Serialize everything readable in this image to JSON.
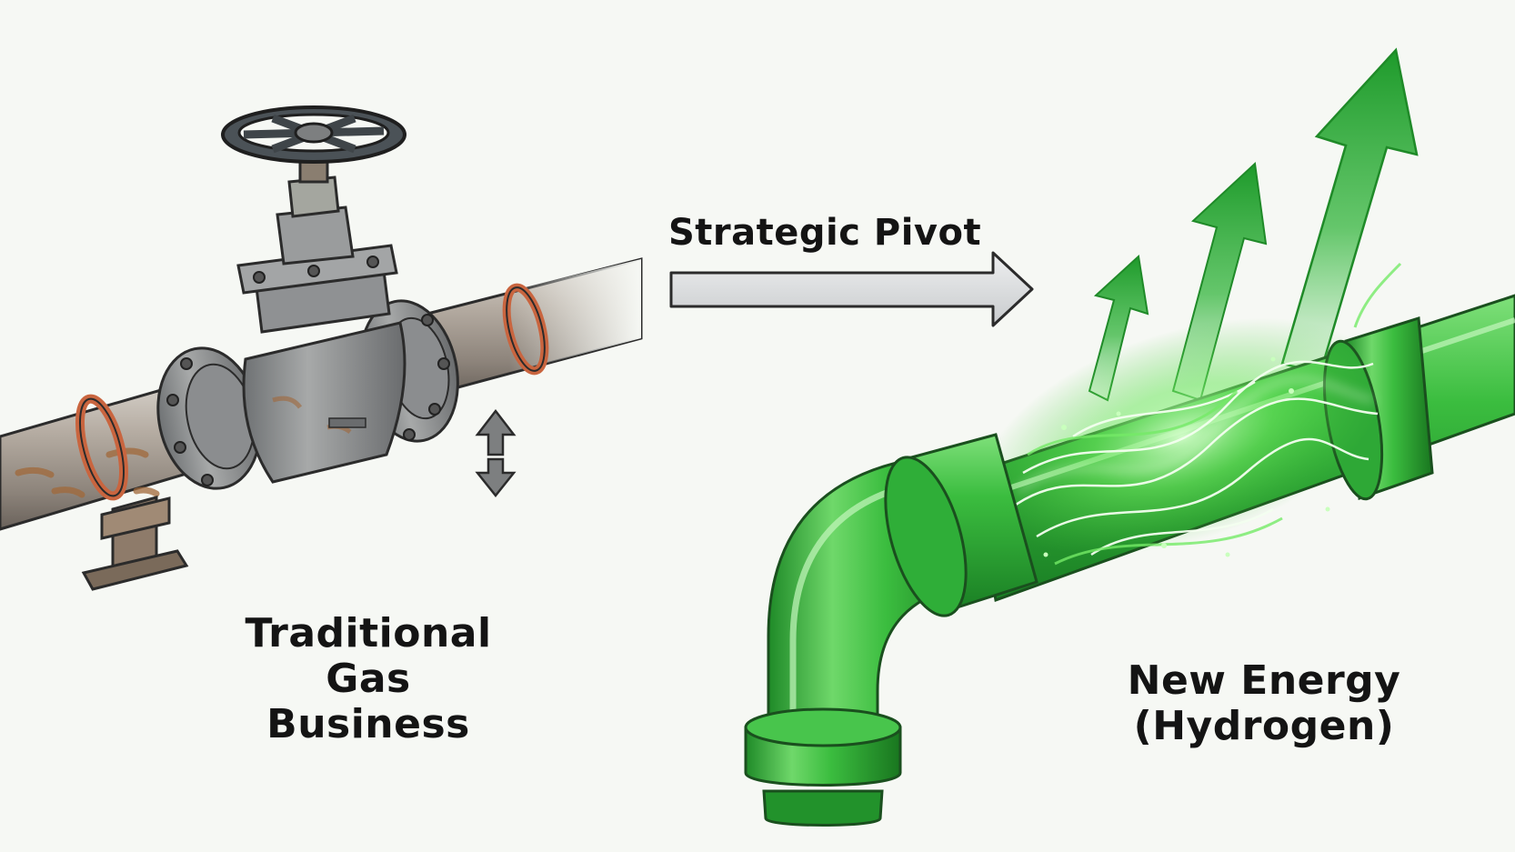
{
  "labels": {
    "pivot": "Strategic Pivot",
    "left_lines": [
      "Traditional",
      "Gas",
      "Business"
    ],
    "right_lines": [
      "New Energy",
      "(Hydrogen)"
    ]
  },
  "colors": {
    "background": "#f6f8f4",
    "old_pipe": "#9a928a",
    "rust": "#a0683a",
    "valve": "#7d7f80",
    "handwheel": "#4b5257",
    "flange_ring": "#c9653f",
    "new_pipe": "#35b53a",
    "new_pipe_dark": "#1f8a28",
    "energy_glow": "#8dff7a",
    "growth_arrow": "#2fae3a",
    "pivot_arrow": "#d9dcdd"
  },
  "icons": {
    "valve": "gate-valve-icon",
    "handwheel": "handwheel-icon",
    "pivot_arrow": "right-arrow-icon",
    "growth_arrows": "up-arrow-icon",
    "energy_flow": "lightning-flow-icon",
    "vertical_indicator": "up-down-arrow-icon"
  }
}
